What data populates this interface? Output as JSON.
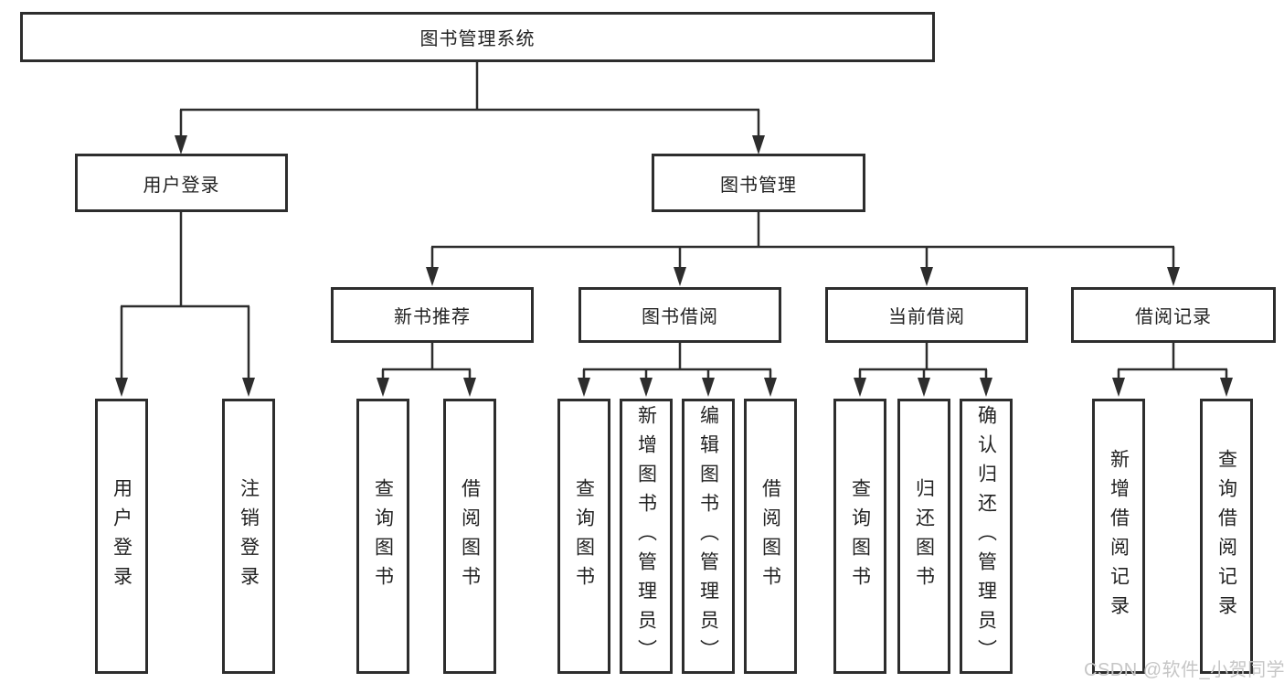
{
  "diagram": {
    "root": {
      "label": "图书管理系统"
    },
    "level2": [
      {
        "label": "用户登录",
        "children": [
          {
            "label": "用户登录"
          },
          {
            "label": "注销登录"
          }
        ]
      },
      {
        "label": "图书管理",
        "children": [
          {
            "label": "新书推荐",
            "children": [
              {
                "label": "查询图书"
              },
              {
                "label": "借阅图书"
              }
            ]
          },
          {
            "label": "图书借阅",
            "children": [
              {
                "label": "查询图书"
              },
              {
                "label": "新增图书（管理员）"
              },
              {
                "label": "编辑图书（管理员）"
              },
              {
                "label": "借阅图书"
              }
            ]
          },
          {
            "label": "当前借阅",
            "children": [
              {
                "label": "查询图书"
              },
              {
                "label": "归还图书"
              },
              {
                "label": "确认归还（管理员）"
              }
            ]
          },
          {
            "label": "借阅记录",
            "children": [
              {
                "label": "新增借阅记录"
              },
              {
                "label": "查询借阅记录"
              }
            ]
          }
        ]
      }
    ]
  },
  "watermark": {
    "text": "CSDN @软件_小贺同学"
  },
  "colors": {
    "line": "#2d2d2d",
    "box_border": "#2d2d2d",
    "box_fill": "#ffffff",
    "text": "#222222",
    "watermark": "#c6c6c6",
    "background": "#ffffff"
  }
}
